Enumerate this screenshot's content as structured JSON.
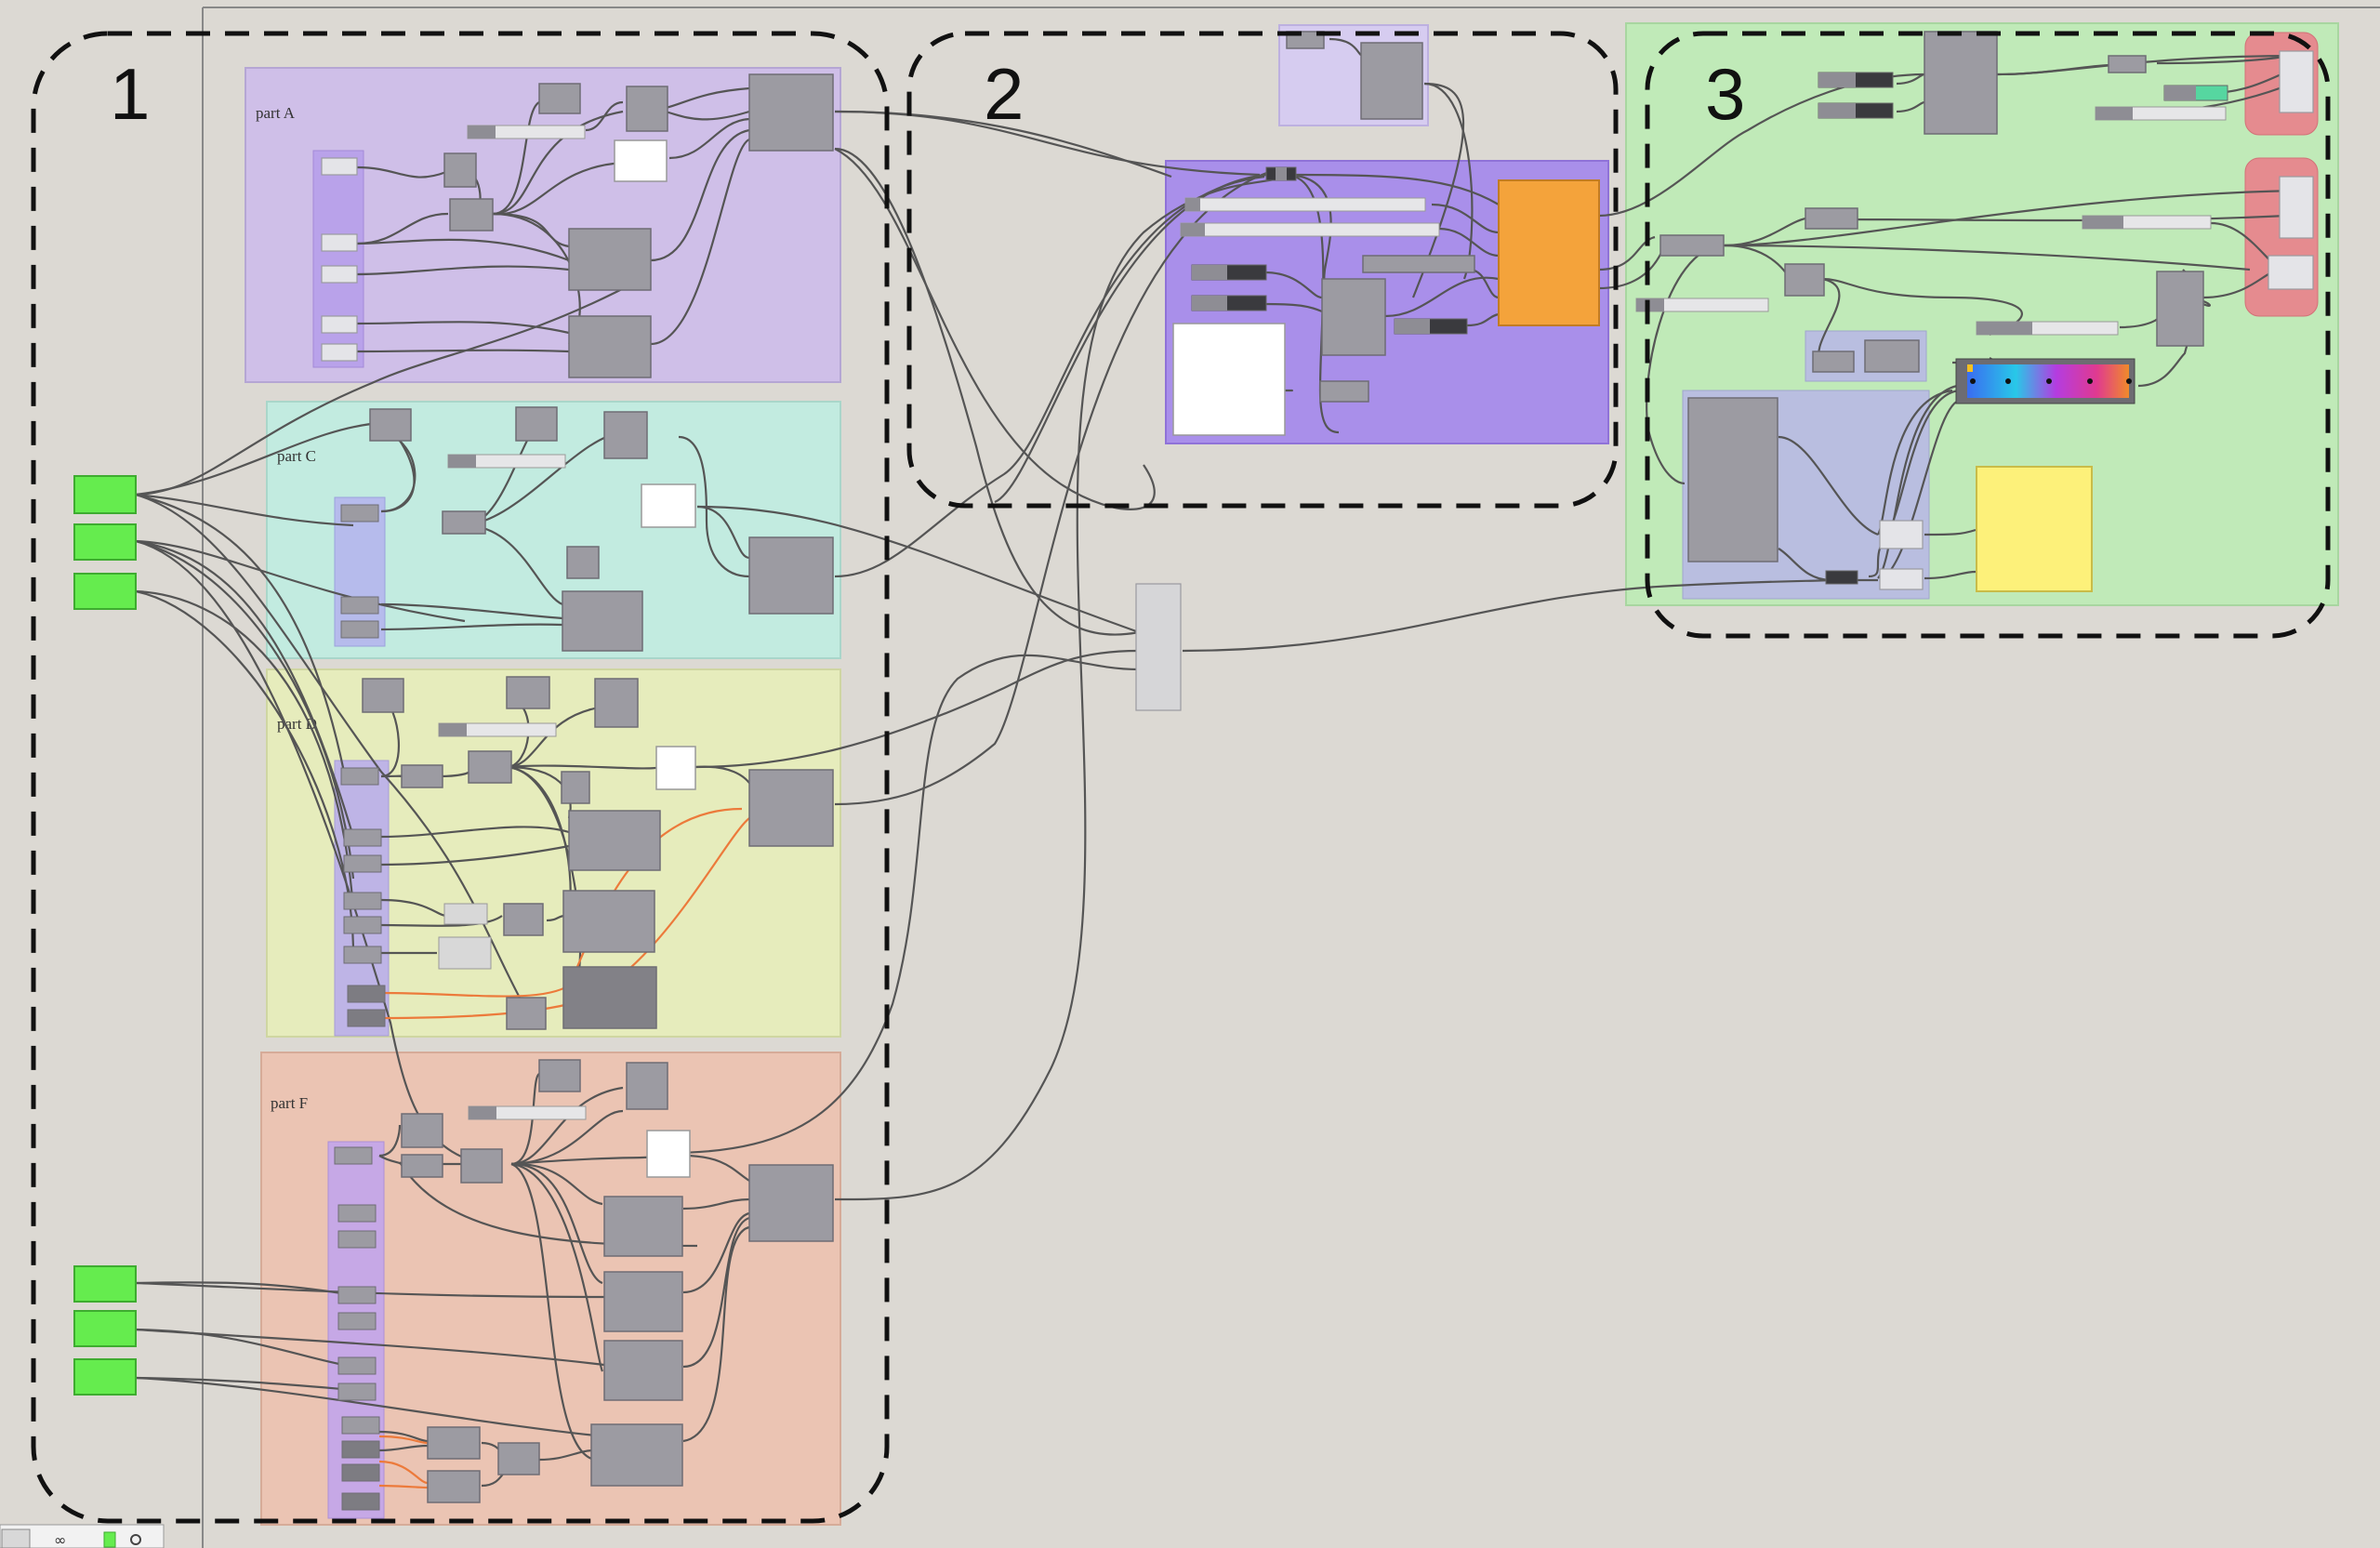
{
  "regions": [
    {
      "id": "region-1",
      "label": "1"
    },
    {
      "id": "region-2",
      "label": "2"
    },
    {
      "id": "region-3",
      "label": "3"
    }
  ],
  "groups": [
    {
      "id": "part-a",
      "label": "part A",
      "color": "#cfbfe8"
    },
    {
      "id": "part-c",
      "label": "part C",
      "color": "#c2ebe0"
    },
    {
      "id": "part-d",
      "label": "part D",
      "color": "#e6ecbc"
    },
    {
      "id": "part-f",
      "label": "part F",
      "color": "#ebc4b3"
    }
  ],
  "colors": {
    "background": "#dcd9d3",
    "node": "#9c9ba2",
    "input_node": "#65ec4e",
    "output_node": "#f4a33b",
    "swatch_node": "#fdf17a",
    "wire": "#555555",
    "wire_highlight": "#ec7a3b",
    "region_stroke": "#111111"
  }
}
